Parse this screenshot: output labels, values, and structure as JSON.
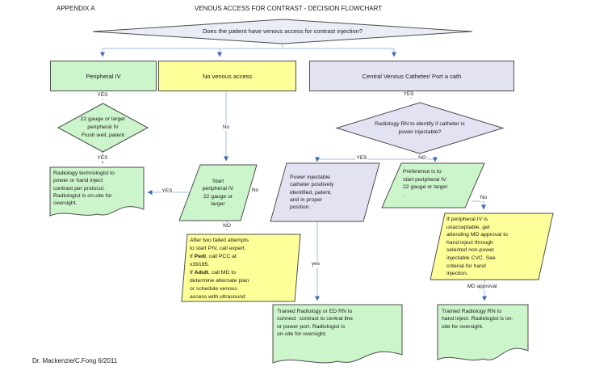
{
  "header": {
    "appendix": "APPENDIX A",
    "title": "VENOUS ACCESS FOR CONTRAST - DECISION FLOWCHART"
  },
  "footer": {
    "credit": "Dr. Mackenzie/C.Fong 6/2011"
  },
  "colors": {
    "green": "#ccf5cc",
    "yellow": "#ffff99",
    "lavender": "#e2e2f3",
    "diamond_blue": "#e8edf6",
    "connector_line": "#a0bce0",
    "arrowhead": "#3c6cb5",
    "shape_border": "#4d4d4d"
  },
  "labels": {
    "yes": "YES",
    "no_caps": "NO",
    "no": "No",
    "yes_lower": "yes",
    "md_approval": "MD approval"
  },
  "nodes": {
    "root_question": "Does the patient have venous access for contrast injection?",
    "peripheral_iv": "Peripheral IV",
    "no_venous_access": "No venous access",
    "cvc": "Central Venous Catheter/ Port a cath",
    "gauge_check": "22 gauge or larger\nperipheral IV\nFlush well, patent",
    "tech_inject_doc": "Radiology technologist to\npower or hand inject\ncontrast per protocol.\nRadiologist is on-site for\noversight.",
    "start_piv": "Start\nperipheral IV\n22 gauge or\nlarger",
    "power_injectable_check": "Power injectable\ncatheter positively\nidentified, patent,\nand in proper\nposition.",
    "rn_identify": "Radiology RN to identify if catheter is\npower injectable?",
    "preference_piv": "Preference is to\nstart peripheral IV\n22 gauge or larger\n.",
    "failed_attempts": {
      "pre": "After two failed attempts\nto start PIV, call expert.\nIf ",
      "bold1": "Pedi",
      "mid": ", call PCC at\nx39195.\nIf ",
      "bold2": "Adult",
      "post": ", call MD to\ndetermine alternate plan\nor schedule venous\naccess with ultrasound"
    },
    "md_approval_inject": "If peripheral IV is\nunacceptable, get\nattending MD approval to\nhand inject through\nselected non-power\ninjectable CVC. See\ncriterial for hand\ninjection.",
    "ed_rn_connect_doc": "Trained Radiology or ED RN to\nconnect  contrast to central line\nor power port. Radiologist is\non-site for oversight.",
    "rn_hand_inject_doc": "Trained Radiology RN to\nhand inject. Radiologist is on-\nsite for oversight."
  }
}
